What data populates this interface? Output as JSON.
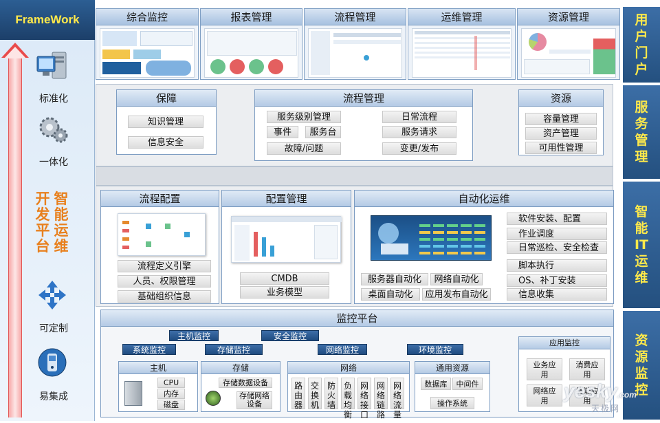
{
  "brand": "FrameWork",
  "left": {
    "items": [
      {
        "label": "标准化",
        "icon": "server-icon"
      },
      {
        "label": "一体化",
        "icon": "gears-icon"
      },
      {
        "label": "可定制",
        "icon": "arrows-icon"
      },
      {
        "label": "易集成",
        "icon": "device-icon"
      }
    ],
    "vertical_col1": "开发平台",
    "vertical_col2": "智能运维"
  },
  "right": {
    "items": [
      "用户门户",
      "服务管理",
      "智能IT运维",
      "资源监控"
    ]
  },
  "tabs": [
    "综合监控",
    "报表管理",
    "流程管理",
    "运维管理",
    "资源管理"
  ],
  "row1": {
    "baozhang": {
      "title": "保障",
      "items": [
        "知识管理",
        "信息安全"
      ]
    },
    "liucheng": {
      "title": "流程管理",
      "left": [
        "服务级别管理",
        "事件",
        "服务台",
        "故障/问题"
      ],
      "right": [
        "日常流程",
        "服务请求",
        "变更/发布"
      ]
    },
    "ziyuan": {
      "title": "资源",
      "items": [
        "容量管理",
        "资产管理",
        "可用性管理"
      ]
    }
  },
  "row2": {
    "lcpz": {
      "title": "流程配置",
      "items": [
        "流程定义引擎",
        "人员、权限管理",
        "基础组织信息"
      ]
    },
    "pzgl": {
      "title": "配置管理",
      "items": [
        "CMDB",
        "业务模型"
      ]
    },
    "zdh": {
      "title": "自动化运维",
      "bottom": [
        "服务器自动化",
        "网络自动化",
        "桌面自动化",
        "应用发布自动化"
      ],
      "right": [
        "软件安装、配置",
        "作业调度",
        "日常巡检、安全检查",
        "脚本执行",
        "OS、补丁安装",
        "信息收集"
      ]
    }
  },
  "monitor": {
    "title": "监控平台",
    "tags": [
      "主机监控",
      "安全监控",
      "系统监控",
      "存储监控",
      "网络监控",
      "环境监控"
    ],
    "host": {
      "title": "主机",
      "items": [
        "CPU",
        "内存",
        "磁盘"
      ]
    },
    "storage": {
      "title": "存储",
      "items": [
        "存储数据设备",
        "存储网络设备"
      ]
    },
    "network": {
      "title": "网络",
      "items": [
        "路由器",
        "交换机",
        "防火墙",
        "负载均衡",
        "网络接口",
        "网络链路",
        "网络流量"
      ]
    },
    "general": {
      "title": "通用资源",
      "items": [
        "数据库",
        "中间件",
        "操作系统"
      ]
    },
    "app": {
      "title": "应用监控",
      "items": [
        "业务应用",
        "消费应用",
        "网络应用",
        "终端应用"
      ]
    }
  },
  "watermark": {
    "main": "yesky",
    "sub": "天极网",
    "com": ".com"
  }
}
